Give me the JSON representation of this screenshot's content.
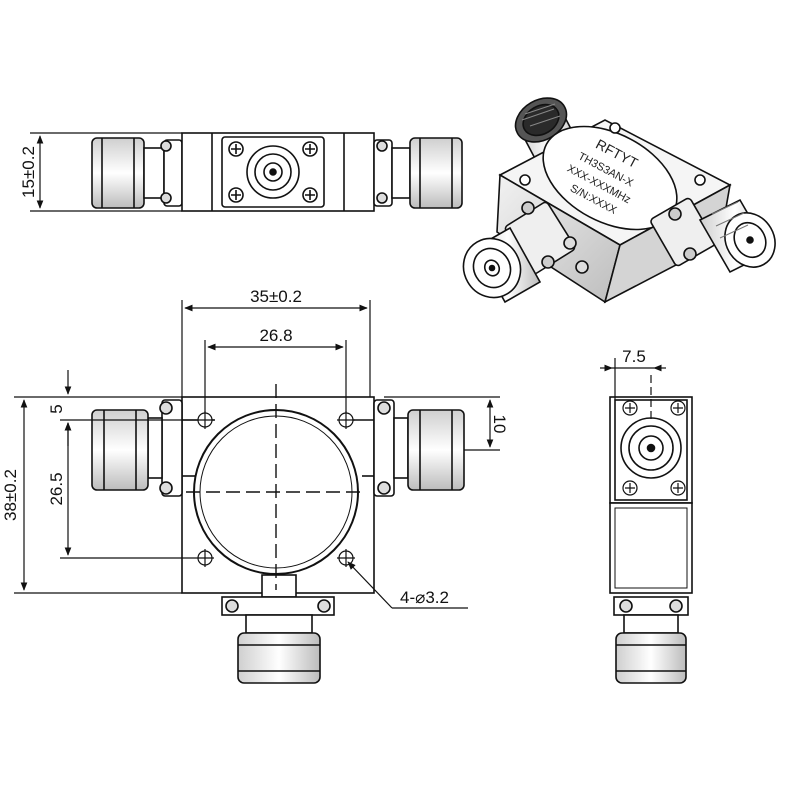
{
  "drawing": {
    "top_view": {
      "height_dim": "15±0.2"
    },
    "front_view": {
      "width_dim": "35±0.2",
      "hole_pitch_x": "26.8",
      "height_dim": "38±0.2",
      "hole_pitch_y": "26.5",
      "hole_offset_top": "5",
      "port_offset": "10",
      "hole_callout": "4-⌀3.2"
    },
    "side_view": {
      "connector_offset": "7.5"
    },
    "label_3d": {
      "brand": "RFTYT",
      "line1": "TH3S3AN-X",
      "line2": "XXX-XXXMHz",
      "line3": "S/N:XXXX"
    }
  },
  "colors": {
    "line": "#111111",
    "metal_light": "#e6e6e6",
    "metal_dark": "#2a2a2a",
    "body_fill": "#ffffff"
  }
}
